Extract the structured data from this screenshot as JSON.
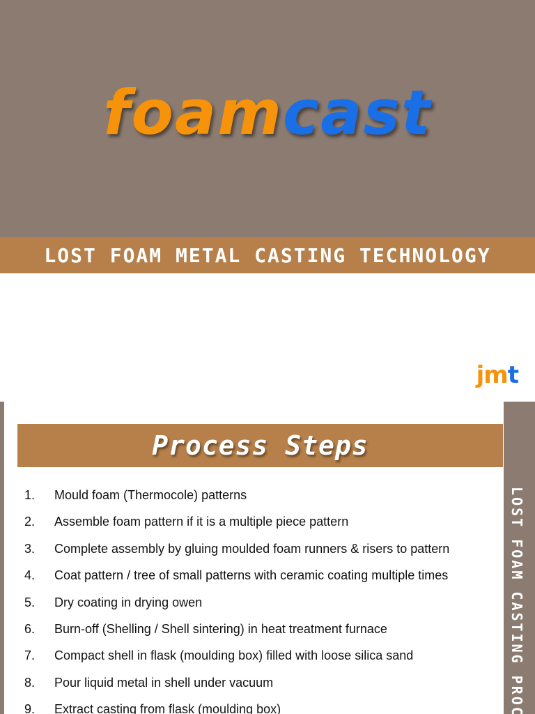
{
  "slide1": {
    "logo": {
      "part_a": "foam",
      "part_b": "cast"
    },
    "subtitle": "LOST FOAM METAL CASTING TECHNOLOGY",
    "brand": {
      "part_a": "jm",
      "part_b": "t"
    }
  },
  "slide2": {
    "title": "Process Steps",
    "side_label": "LOST FOAM CASTING PROCESS",
    "steps": [
      {
        "num": "1.",
        "text": "Mould foam (Thermocole) patterns"
      },
      {
        "num": "2.",
        "text": "Assemble foam pattern if it is a multiple piece pattern"
      },
      {
        "num": "3.",
        "text": "Complete assembly by gluing moulded foam runners & risers to pattern"
      },
      {
        "num": "4.",
        "text": "Coat pattern / tree of small patterns with ceramic coating multiple times"
      },
      {
        "num": "5.",
        "text": "Dry coating in drying owen"
      },
      {
        "num": "6.",
        "text": "Burn-off (Shelling / Shell sintering) in heat treatment furnace"
      },
      {
        "num": "7.",
        "text": "Compact shell in flask (moulding box) filled with loose silica sand"
      },
      {
        "num": "8.",
        "text": "Pour liquid metal in shell under vacuum"
      },
      {
        "num": "9.",
        "text": "Extract casting from flask (moulding box)"
      }
    ]
  },
  "colors": {
    "hero_bg": "#8b7b70",
    "band_bg": "#b7804a",
    "orange": "#f7930a",
    "blue": "#1b6fe6"
  }
}
